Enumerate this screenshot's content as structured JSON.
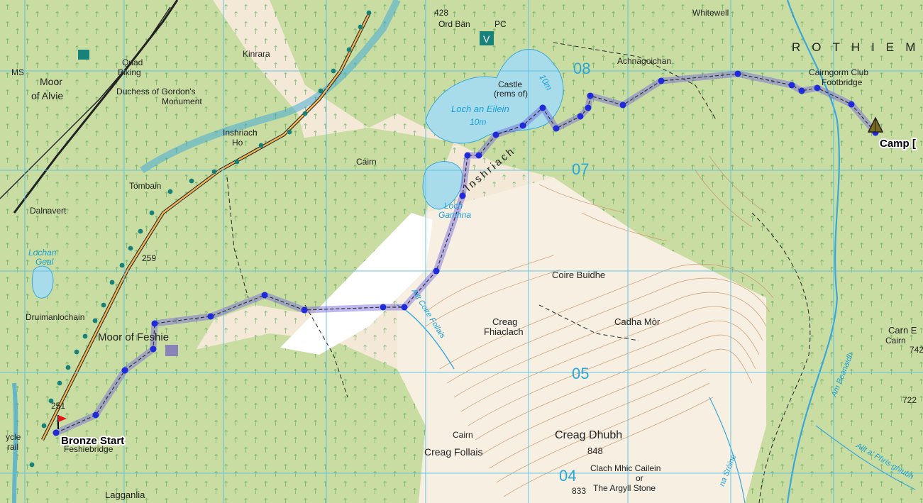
{
  "map": {
    "colors": {
      "forest": "#c9dca2",
      "moor": "#f3e9d6",
      "water": "#a8dcea",
      "river": "#3aa7d9",
      "grid": "#56c0e6",
      "contour": "#c88a5a",
      "route": "#6f62e0",
      "waypoint": "#1f2bd8",
      "cycle_dot": "#17817a",
      "road_fill": "#f2b352",
      "tree_glyph": "#3f9b48"
    },
    "route": {
      "start_label": "Bronze Start",
      "end_label": "Camp [",
      "start_icon": "flag-icon",
      "end_icon": "tent-icon"
    },
    "grid_labels": [
      "08",
      "07",
      "05",
      "04"
    ],
    "places": {
      "moor_of_alvie": "Moor",
      "moor_of_alvie_2": "of Alvie",
      "ms": "MS",
      "quad_biking": "Quad",
      "quad_biking_2": "Biking",
      "kinrara": "Kinrara",
      "duchess": "Duchess of Gordon's",
      "monument": "Monument",
      "inshriach_ho": "Inshriach",
      "inshriach_ho_2": "Ho",
      "tombain": "Tombain",
      "dalnavert": "Dalnavert",
      "lochan_geal": "Lochan",
      "lochan_geal_2": "Geal",
      "h259": "259",
      "druimanlochain": "Druimanlochain",
      "moor_of_feshie": "Moor of Feshie",
      "h251": "251",
      "cycle_trail": "ycle",
      "cycle_trail_2": "rail",
      "feshiebridge": "Feshiebridge",
      "lagganlia": "Lagganlia",
      "cairn_top": "Cairn",
      "h428": "428",
      "ord_ban": "Ord Bàn",
      "pc": "PC",
      "castle": "Castle",
      "castle_2": "(rems of)",
      "loch_an_eilein": "Loch an Eilein",
      "depth_10m_a": "10m",
      "depth_10m_b": "10m",
      "inshriach": "Inshriach",
      "loch_gamhna": "Loch",
      "loch_gamhna_2": "Gamhna",
      "achnagoichan": "Achnagoichan",
      "whitewell": "Whitewell",
      "rothiem": "ROTHIEM",
      "cairngorm_club": "Cairngorm Club",
      "footbridge": "Footbridge",
      "coire_buidhe": "Coire Buidhe",
      "creag_fhiaclach": "Creag",
      "creag_fhiaclach_2": "Fhiaclach",
      "allt_coire_follais": "Allt Coire Follais",
      "cadha_mor": "Cadha Mòr",
      "carn_e": "Carn E",
      "cairn_742": "Cairn",
      "h742": "742",
      "h722": "722",
      "cairn_follais": "Cairn",
      "creag_follais": "Creag Follais",
      "creag_dhubh": "Creag Dhubh",
      "h848": "848",
      "clach_mhic": "Clach Mhic Cailein",
      "or": "or",
      "argyll_stone": "The Argyll Stone",
      "h833": "833",
      "am_beanaidh": "Am Beanaidh",
      "allt_a_phris": "Allt a' Phris-ghiubh",
      "na_sroine": "na Sròine"
    }
  }
}
